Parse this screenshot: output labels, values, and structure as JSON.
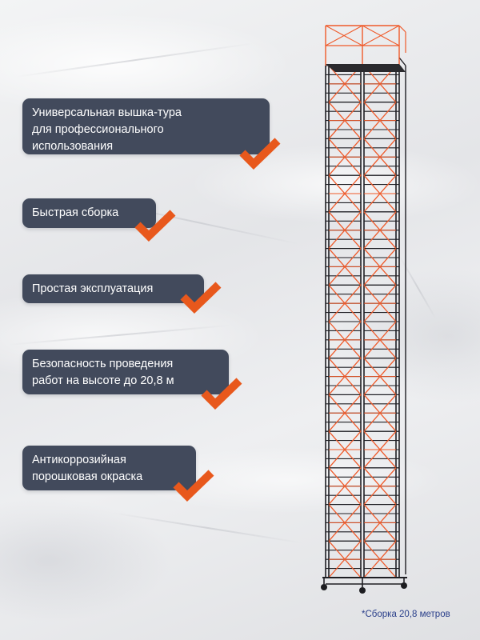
{
  "features": [
    {
      "lines": [
        "Универсальная вышка-тура",
        "для профессионального",
        "использования"
      ]
    },
    {
      "lines": [
        "Быстрая сборка"
      ]
    },
    {
      "lines": [
        "Простая эксплуатация"
      ]
    },
    {
      "lines": [
        "Безопасность проведения",
        "работ на высоте до 20,8 м"
      ]
    },
    {
      "lines": [
        "Антикоррозийная",
        "порошковая окраска"
      ]
    }
  ],
  "footnote": "*Сборка 20,8 метров",
  "colors": {
    "tag_bg": "#424a5c",
    "check": "#e8581c",
    "frame": "#1f1f24",
    "brace": "#ef5a2a",
    "footnote": "#2a3f8a"
  },
  "icons": {
    "feature_check": "checkmark-icon"
  },
  "illustration": {
    "subject": "mobile-scaffold-tower",
    "frame_sections": 14
  }
}
